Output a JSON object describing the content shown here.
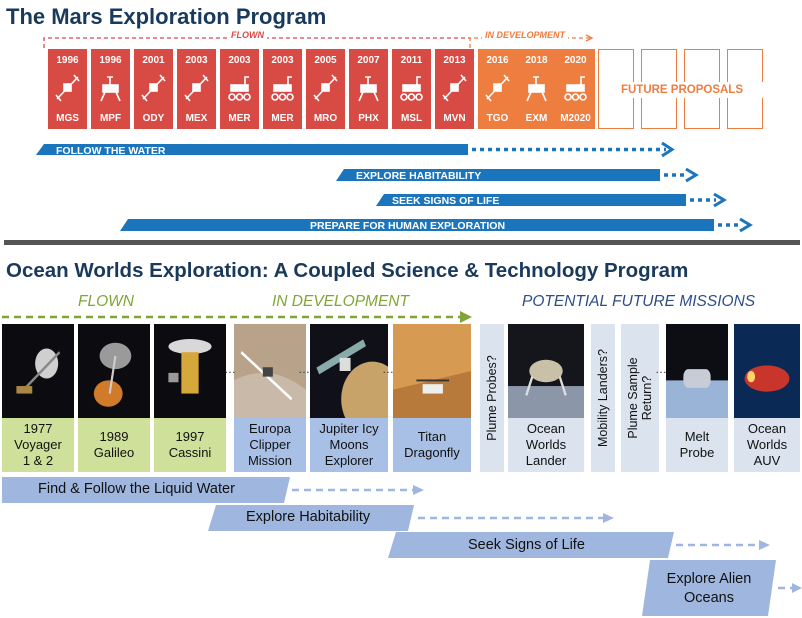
{
  "mars": {
    "title": "The Mars Exploration Program",
    "flown_label": "FLOWN",
    "dev_label": "IN DEVELOPMENT",
    "missions": [
      {
        "year": "1996",
        "abbr": "MGS",
        "status": "flown",
        "icon": "orbiter-icon"
      },
      {
        "year": "1996",
        "abbr": "MPF",
        "status": "flown",
        "icon": "lander-icon"
      },
      {
        "year": "2001",
        "abbr": "ODY",
        "status": "flown",
        "icon": "orbiter-icon"
      },
      {
        "year": "2003",
        "abbr": "MEX",
        "status": "flown",
        "icon": "orbiter-icon"
      },
      {
        "year": "2003",
        "abbr": "MER",
        "status": "flown",
        "icon": "rover-icon"
      },
      {
        "year": "2003",
        "abbr": "MER",
        "status": "flown",
        "icon": "rover-icon"
      },
      {
        "year": "2005",
        "abbr": "MRO",
        "status": "flown",
        "icon": "orbiter-icon"
      },
      {
        "year": "2007",
        "abbr": "PHX",
        "status": "flown",
        "icon": "lander-icon"
      },
      {
        "year": "2011",
        "abbr": "MSL",
        "status": "flown",
        "icon": "rover-icon"
      },
      {
        "year": "2013",
        "abbr": "MVN",
        "status": "flown",
        "icon": "orbiter-icon"
      },
      {
        "year": "2016",
        "abbr": "TGO",
        "status": "development",
        "icon": "orbiter-icon"
      },
      {
        "year": "2018",
        "abbr": "EXM",
        "status": "development",
        "icon": "lander-icon"
      },
      {
        "year": "2020",
        "abbr": "M2020",
        "status": "development",
        "icon": "rover-icon"
      }
    ],
    "future_label": "FUTURE PROPOSALS",
    "themes": [
      "FOLLOW THE WATER",
      "EXPLORE HABITABILITY",
      "SEEK SIGNS OF LIFE",
      "PREPARE FOR HUMAN EXPLORATION"
    ]
  },
  "ocean": {
    "title": "Ocean Worlds Exploration: A Coupled Science & Technology Program",
    "sections": {
      "flown": "FLOWN",
      "development": "IN DEVELOPMENT",
      "future": "POTENTIAL FUTURE MISSIONS"
    },
    "cards": [
      {
        "label": "1977\nVoyager\n1 & 2",
        "status": "flown",
        "icon": "voyager-spacecraft-icon"
      },
      {
        "label": "1989\nGalileo",
        "status": "flown",
        "icon": "galileo-spacecraft-icon"
      },
      {
        "label": "1997\nCassini",
        "status": "flown",
        "icon": "cassini-spacecraft-icon"
      },
      {
        "label": "Europa\nClipper\nMission",
        "status": "development",
        "icon": "europa-clipper-icon"
      },
      {
        "label": "Jupiter Icy\nMoons\nExplorer",
        "status": "development",
        "icon": "juice-spacecraft-icon"
      },
      {
        "label": "Titan\nDragonfly",
        "status": "development",
        "icon": "dragonfly-icon"
      },
      {
        "label": "Plume Probes?",
        "status": "future",
        "icon": ""
      },
      {
        "label": "Ocean\nWorlds\nLander",
        "status": "future",
        "icon": "ocean-worlds-lander-icon"
      },
      {
        "label": "Mobility Landers?",
        "status": "future",
        "icon": ""
      },
      {
        "label": "Plume Sample\nReturn?",
        "status": "future",
        "icon": ""
      },
      {
        "label": "Melt\nProbe",
        "status": "future",
        "icon": "melt-probe-icon"
      },
      {
        "label": "Ocean\nWorlds\nAUV",
        "status": "future",
        "icon": "auv-icon"
      }
    ],
    "themes": [
      "Find & Follow the Liquid Water",
      "Explore Habitability",
      "Seek Signs of Life",
      "Explore Alien\nOceans"
    ]
  },
  "colors": {
    "title": "#1a3a5c",
    "mars_flown": "#d84a44",
    "mars_dev": "#ee7d40",
    "mars_bar": "#1b75bc",
    "ocean_green": "#7fa534",
    "ocean_blue": "#2f4c86",
    "ocean_bar": "#9fb6df",
    "flown_card": "#cfe09b",
    "dev_card": "#a9c0e6",
    "future_card": "#dbe3ef"
  }
}
